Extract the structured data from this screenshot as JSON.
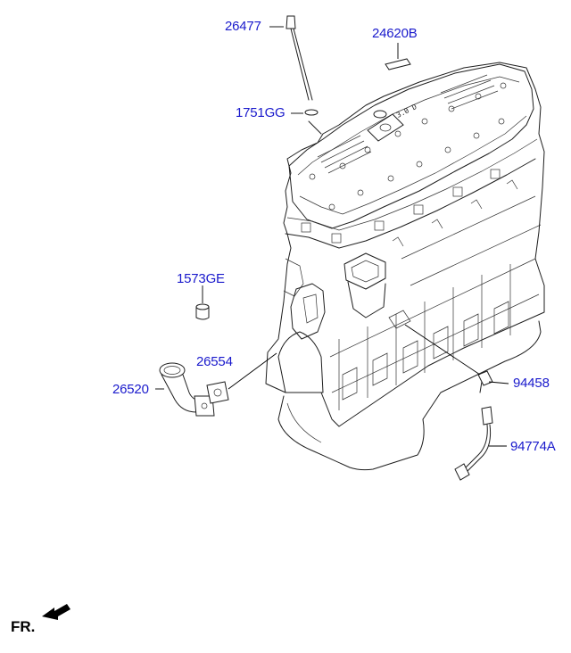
{
  "diagram": {
    "callouts": {
      "dipstick": "26477",
      "label_decal": "24620B",
      "o_ring": "1751GG",
      "plug": "1573GE",
      "gasket": "26554",
      "pipe": "26520",
      "sensor": "94458",
      "sensor_harness": "94774A"
    },
    "orientation": {
      "label": "FR."
    },
    "cover_text": "3.0 D"
  },
  "colors": {
    "callout_text": "#1a1acc",
    "line_art": "#1e1e1e"
  }
}
